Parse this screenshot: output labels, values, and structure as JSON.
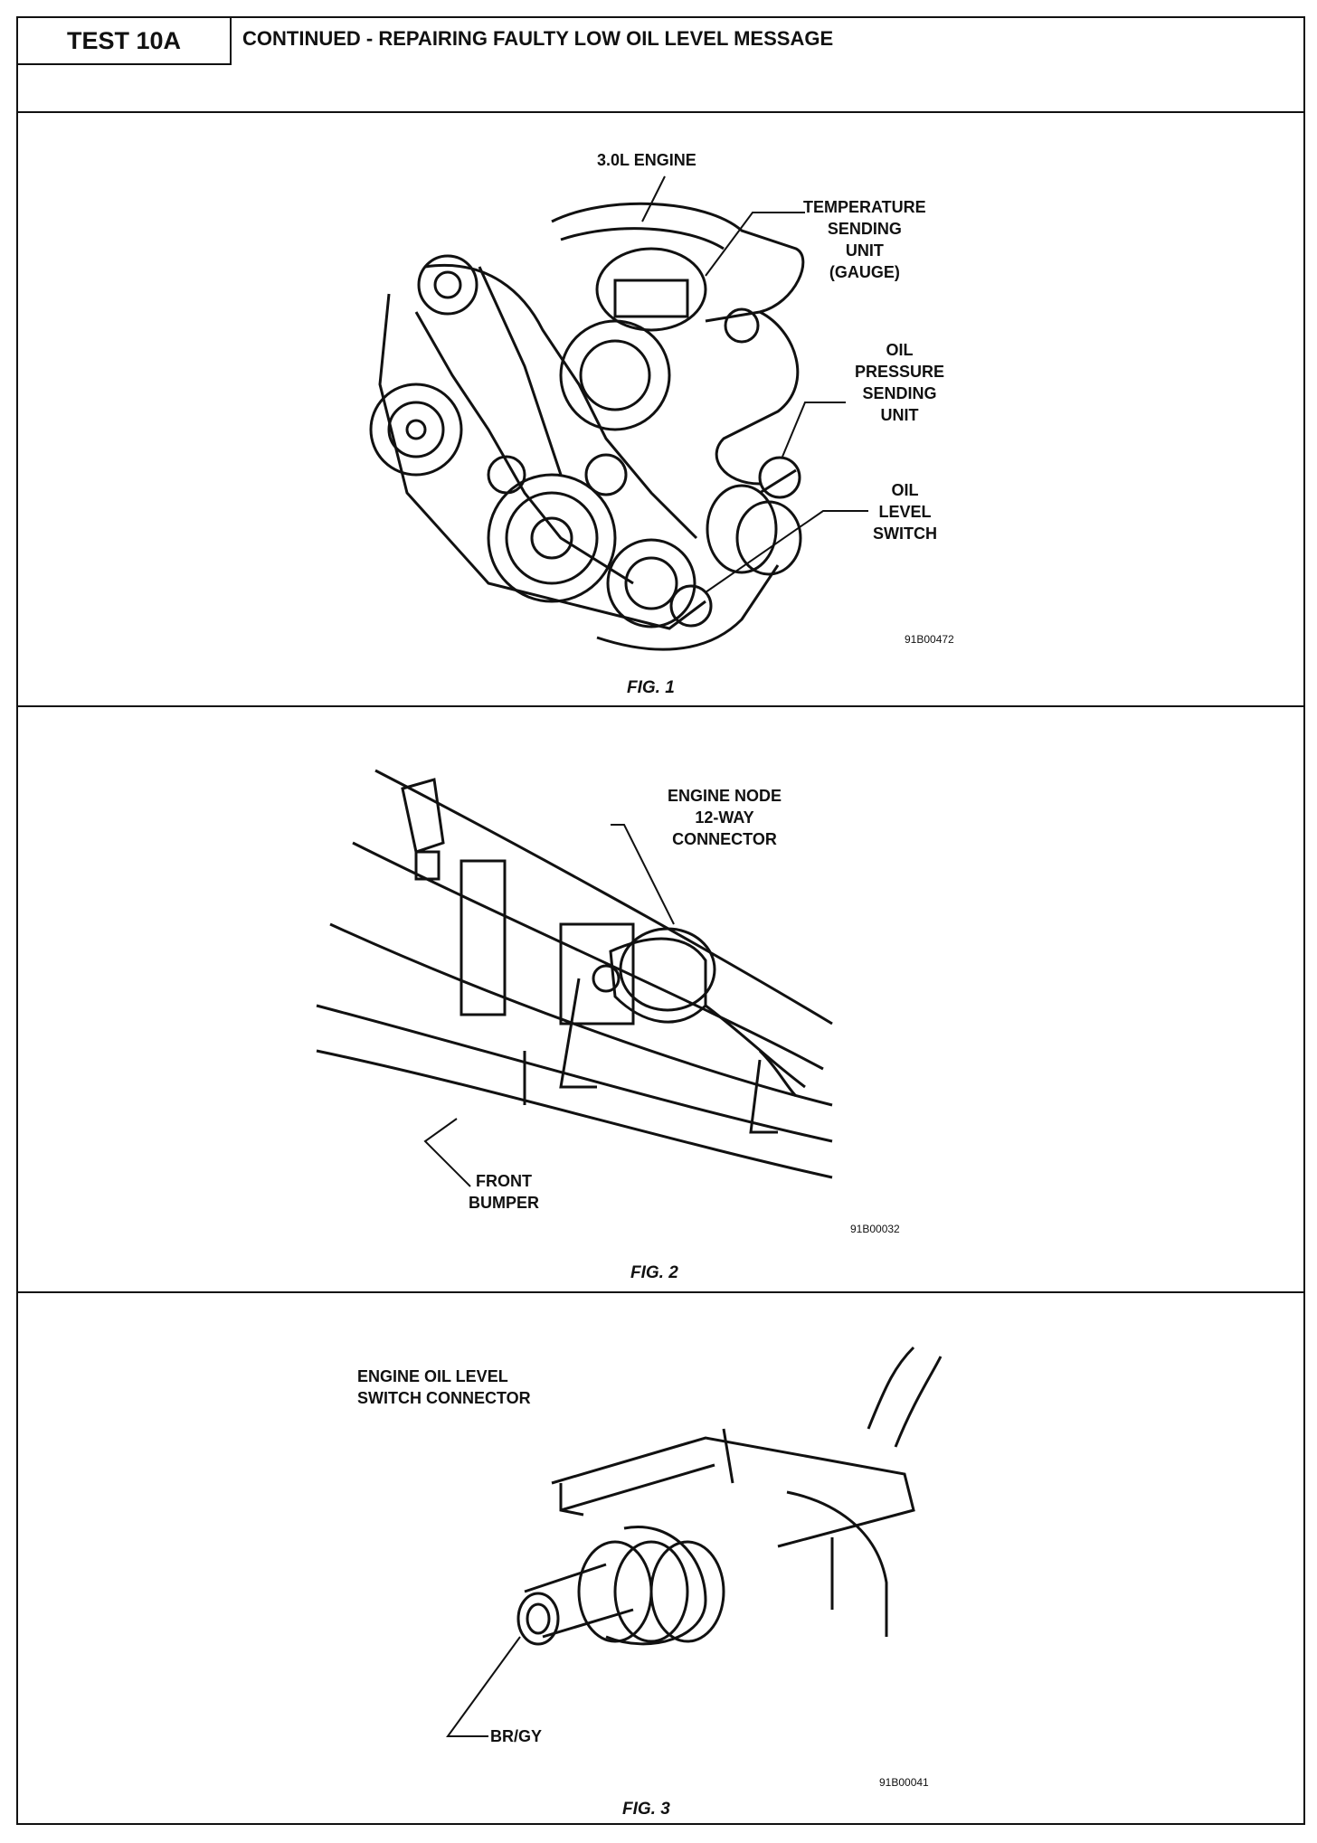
{
  "header": {
    "test_label": "TEST 10A",
    "title": "CONTINUED - REPAIRING FAULTY LOW OIL LEVEL MESSAGE"
  },
  "fig1": {
    "engine_label": "3.0L ENGINE",
    "temp_label": "TEMPERATURE\nSENDING\nUNIT\n(GAUGE)",
    "oil_pressure_label": "OIL\nPRESSURE\nSENDING\nUNIT",
    "oil_level_label": "OIL\nLEVEL\nSWITCH",
    "code": "91B00472",
    "caption": "FIG. 1"
  },
  "fig2": {
    "connector_label": "ENGINE NODE\n12-WAY\nCONNECTOR",
    "bumper_label": "FRONT\nBUMPER",
    "code": "91B00032",
    "caption": "FIG. 2"
  },
  "fig3": {
    "connector_label": "ENGINE OIL LEVEL\nSWITCH CONNECTOR",
    "wire_label": "BR/GY",
    "code": "91B00041",
    "caption": "FIG. 3"
  }
}
